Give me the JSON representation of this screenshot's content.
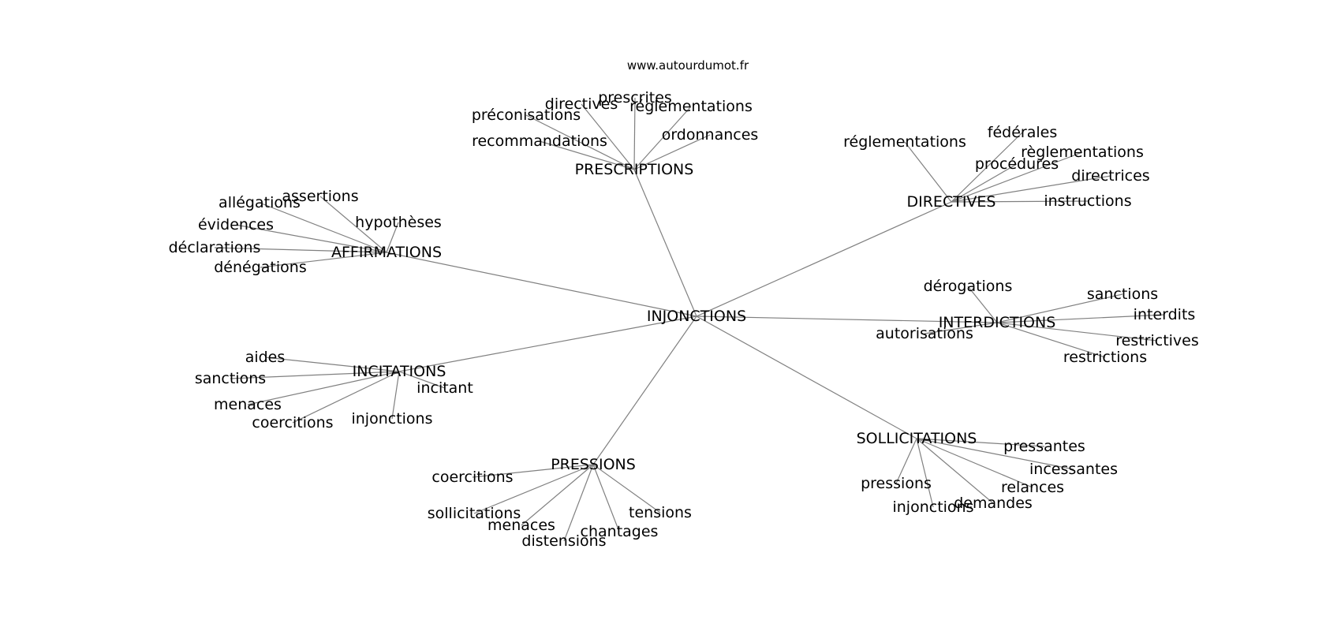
{
  "site": "www.autourdumot.fr",
  "center": "INJONCTIONS",
  "groups": [
    {
      "hub": "PRESCRIPTIONS",
      "words": [
        "préconisations",
        "directives",
        "prescrites",
        "réglementations",
        "ordonnances",
        "recommandations"
      ]
    },
    {
      "hub": "DIRECTIVES",
      "words": [
        "réglementations",
        "fédérales",
        "règlementations",
        "procédures",
        "directrices",
        "instructions"
      ]
    },
    {
      "hub": "AFFIRMATIONS",
      "words": [
        "assertions",
        "allégations",
        "hypothèses",
        "évidences",
        "déclarations",
        "dénégations"
      ]
    },
    {
      "hub": "INTERDICTIONS",
      "words": [
        "dérogations",
        "sanctions",
        "interdits",
        "autorisations",
        "restrictives",
        "restrictions"
      ]
    },
    {
      "hub": "INCITATIONS",
      "words": [
        "aides",
        "sanctions",
        "incitant",
        "menaces",
        "coercitions",
        "injonctions"
      ]
    },
    {
      "hub": "SOLLICITATIONS",
      "words": [
        "pressantes",
        "incessantes",
        "pressions",
        "relances",
        "demandes",
        "injonctions"
      ]
    },
    {
      "hub": "PRESSIONS",
      "words": [
        "coercitions",
        "sollicitations",
        "menaces",
        "distensions",
        "chantages",
        "tensions"
      ]
    }
  ]
}
